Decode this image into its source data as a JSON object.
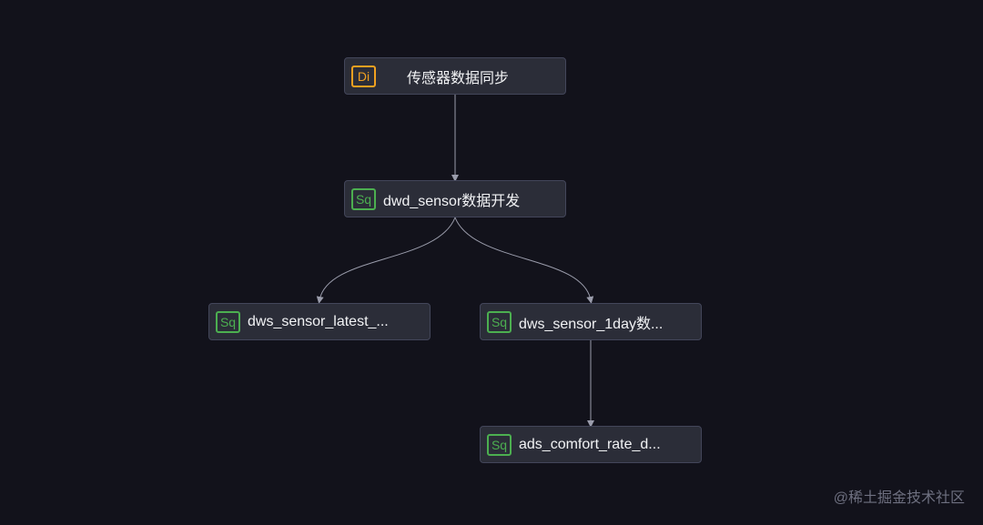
{
  "nodes": {
    "sync": {
      "badge": "Di",
      "label": "传感器数据同步"
    },
    "dwd": {
      "badge": "Sq",
      "label": "dwd_sensor数据开发"
    },
    "dws_latest": {
      "badge": "Sq",
      "label": "dws_sensor_latest_..."
    },
    "dws_1day": {
      "badge": "Sq",
      "label": "dws_sensor_1day数..."
    },
    "ads": {
      "badge": "Sq",
      "label": "ads_comfort_rate_d..."
    }
  },
  "edges": [
    {
      "from": "sync",
      "to": "dwd"
    },
    {
      "from": "dwd",
      "to": "dws_latest"
    },
    {
      "from": "dwd",
      "to": "dws_1day"
    },
    {
      "from": "dws_1day",
      "to": "ads"
    }
  ],
  "watermark": "@稀土掘金技术社区",
  "colors": {
    "background": "#12121b",
    "node_fill": "#2b2d38",
    "node_border": "#43465a",
    "edge": "#9a9cab",
    "badge_di": "#f0a020",
    "badge_sq": "#4caf50"
  }
}
